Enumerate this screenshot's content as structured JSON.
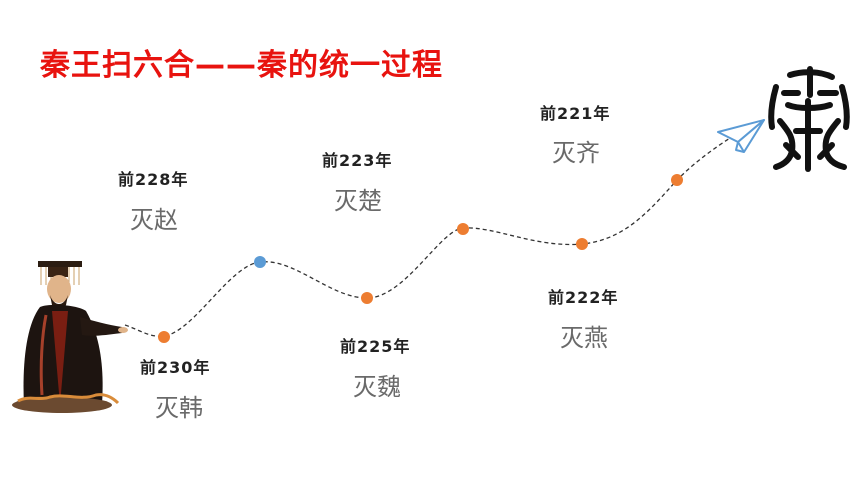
{
  "slide": {
    "title": "秦王扫六合——秦的统一过程"
  },
  "timeline": [
    {
      "year": "前230年",
      "event": "灭韩",
      "dot_color": "#ed7d31"
    },
    {
      "year": "前228年",
      "event": "灭赵",
      "dot_color": "#5b9bd5"
    },
    {
      "year": "前225年",
      "event": "灭魏",
      "dot_color": "#ed7d31"
    },
    {
      "year": "前223年",
      "event": "灭楚",
      "dot_color": "#ed7d31"
    },
    {
      "year": "前222年",
      "event": "灭燕",
      "dot_color": "#ed7d31"
    },
    {
      "year": "前221年",
      "event": "灭齐",
      "dot_color": "#ed7d31"
    }
  ],
  "colors": {
    "title": "#e8130f",
    "curve": "#333333",
    "plane": "#5b9bd5"
  },
  "images": {
    "emperor": "emperor-portrait",
    "qin_character": "seal-script-qin-glyph",
    "plane": "paper-plane-icon"
  }
}
